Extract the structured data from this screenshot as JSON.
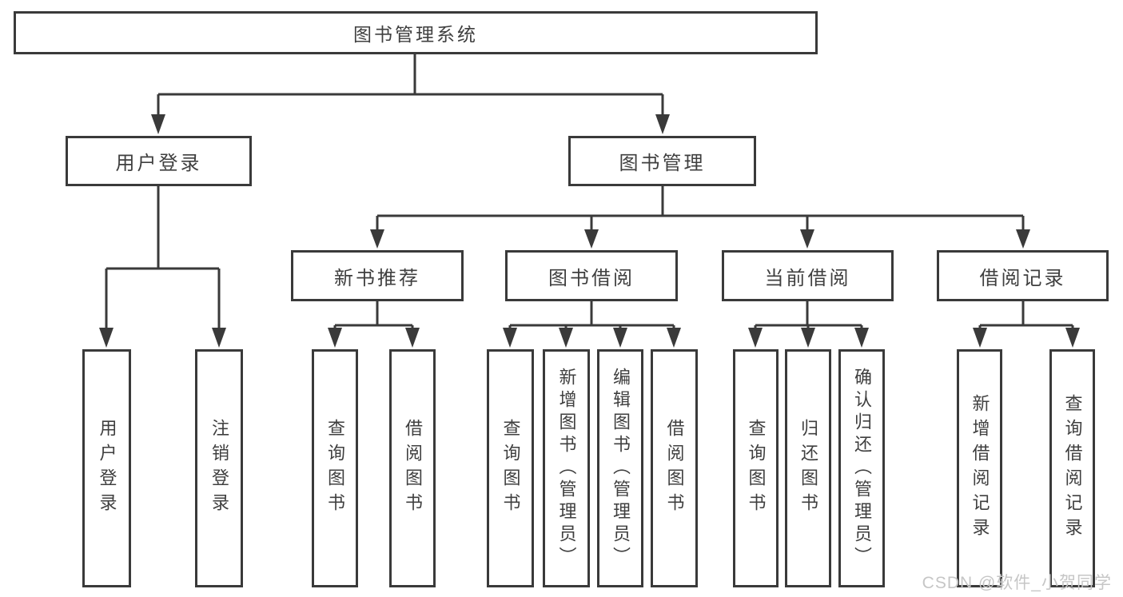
{
  "diagram": {
    "root": {
      "label": "图书管理系统"
    },
    "level1": [
      {
        "id": "user-login",
        "label": "用户登录"
      },
      {
        "id": "book-management",
        "label": "图书管理"
      }
    ],
    "level2": [
      {
        "id": "new-book-recommend",
        "label": "新书推荐"
      },
      {
        "id": "book-borrowing",
        "label": "图书借阅"
      },
      {
        "id": "current-borrowing",
        "label": "当前借阅"
      },
      {
        "id": "borrowing-records",
        "label": "借阅记录"
      }
    ],
    "leaves": {
      "user_login": [
        "用户登录",
        "注销登录"
      ],
      "new_books": [
        "查询图书",
        "借阅图书"
      ],
      "book_borrow": [
        "查询图书",
        "新增图书（管理员）",
        "编辑图书（管理员）",
        "借阅图书"
      ],
      "current_borrow": [
        "查询图书",
        "归还图书",
        "确认归还（管理员）"
      ],
      "borrow_record": [
        "新增借阅记录",
        "查询借阅记录"
      ]
    }
  },
  "watermark": "CSDN @软件_小贺同学",
  "colors": {
    "line": "#3a3a3a",
    "text": "#3f3f3f",
    "background": "#ffffff",
    "watermark": "#c6c6c6"
  }
}
